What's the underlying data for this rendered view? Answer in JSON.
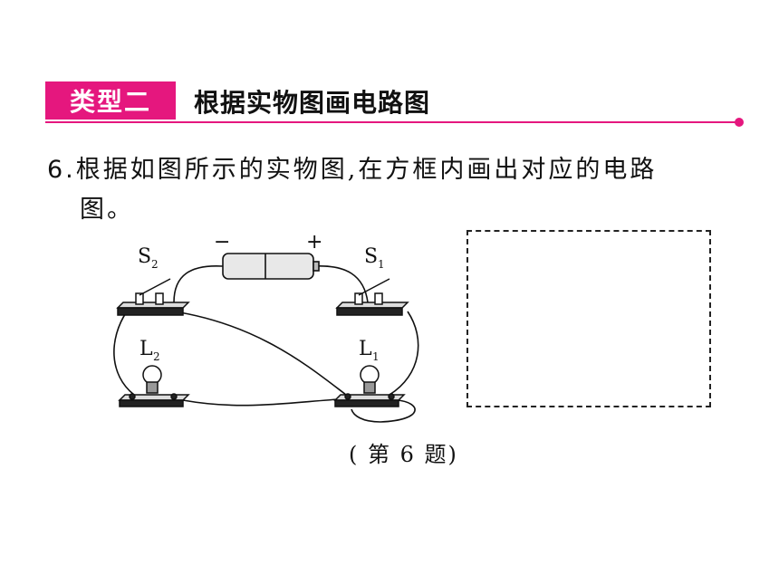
{
  "section": {
    "tag": "类型二",
    "title": "根据实物图画电路图"
  },
  "question": {
    "number": "6.",
    "text_line1": "根据如图所示的实物图,在方框内画出对应的电路",
    "text_line2": "图。"
  },
  "figure": {
    "labels": {
      "s2": "S",
      "s2_sub": "2",
      "s1": "S",
      "s1_sub": "1",
      "l2": "L",
      "l2_sub": "2",
      "l1": "L",
      "l1_sub": "1",
      "minus": "−",
      "plus": "+"
    },
    "caption": "( 第 6 题)"
  },
  "colors": {
    "accent": "#e5177e",
    "ink": "#111111"
  }
}
